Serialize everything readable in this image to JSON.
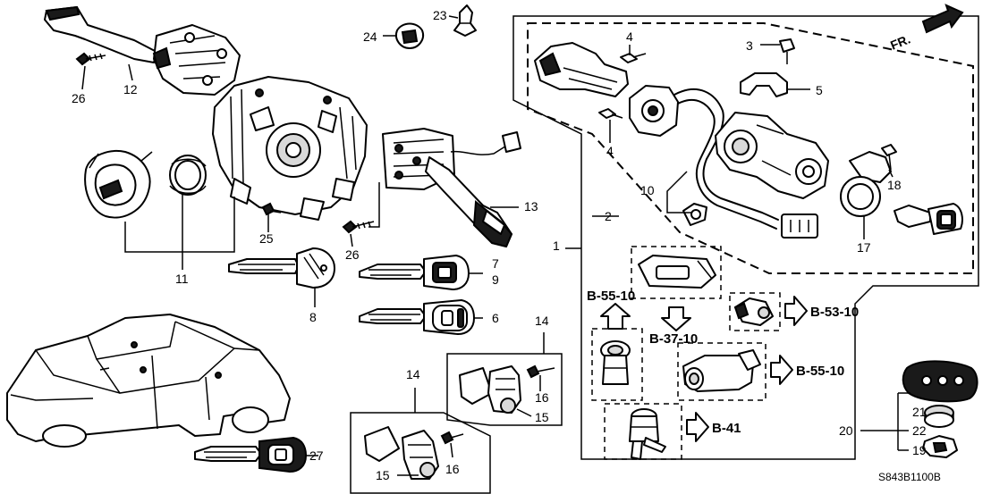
{
  "callouts": {
    "c1": "1",
    "c2": "2",
    "c3": "3",
    "c4a": "4",
    "c4b": "4",
    "c5": "5",
    "c6": "6",
    "c7": "7",
    "c8": "8",
    "c9": "9",
    "c10": "10",
    "c11": "11",
    "c12": "12",
    "c13": "13",
    "c14a": "14",
    "c14b": "14",
    "c15a": "15",
    "c15b": "15",
    "c16a": "16",
    "c16b": "16",
    "c17": "17",
    "c18": "18",
    "c19": "19",
    "c20": "20",
    "c21": "21",
    "c22": "22",
    "c23": "23",
    "c24": "24",
    "c25": "25",
    "c26a": "26",
    "c26b": "26",
    "c27": "27"
  },
  "references": {
    "r_b55_top": "B-55-10",
    "r_b37": "B-37-10",
    "r_b53": "B-53-10",
    "r_b55_right": "B-55-10",
    "r_b41": "B-41"
  },
  "direction": {
    "label": "FR."
  },
  "diagram_code": "S843B1100B",
  "colors": {
    "ink": "#000000",
    "paper": "#ffffff",
    "shade": "#d9d9d9"
  }
}
